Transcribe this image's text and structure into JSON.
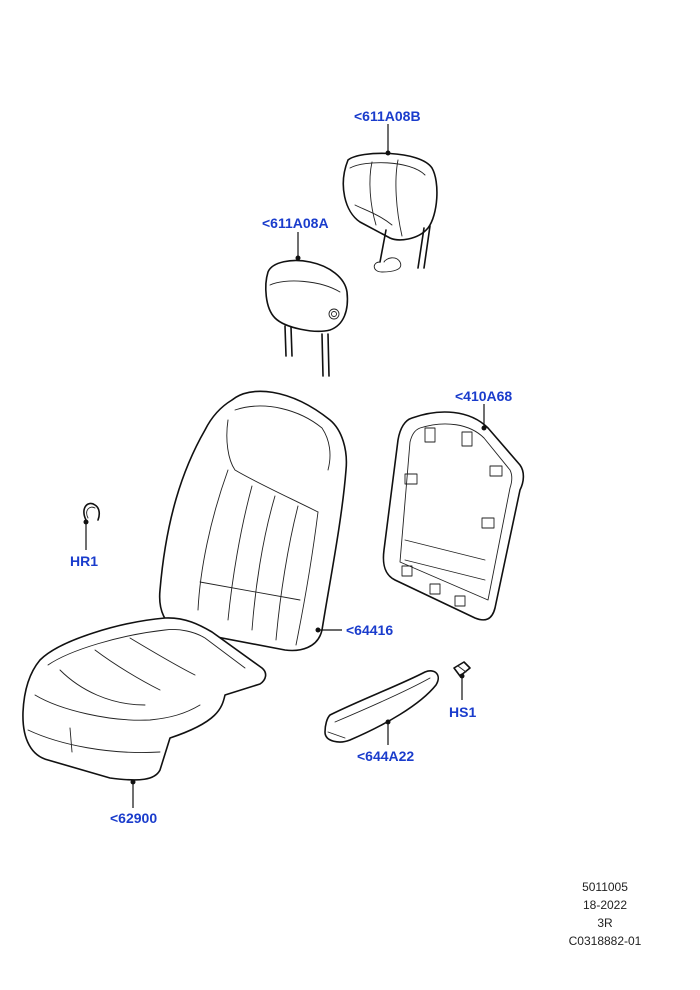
{
  "labels": {
    "headrest_b": "<611A08B",
    "headrest_a": "<611A08A",
    "back_panel": "<410A68",
    "retaining_clip": "HR1",
    "backrest_cover": "<64416",
    "headrest_sleeve": "HS1",
    "side_shield": "<644A22",
    "cushion_cover": "<62900"
  },
  "footer": {
    "line1": "5011005",
    "line2": "18-2022",
    "line3": "3R",
    "line4": "C0318882-01"
  }
}
